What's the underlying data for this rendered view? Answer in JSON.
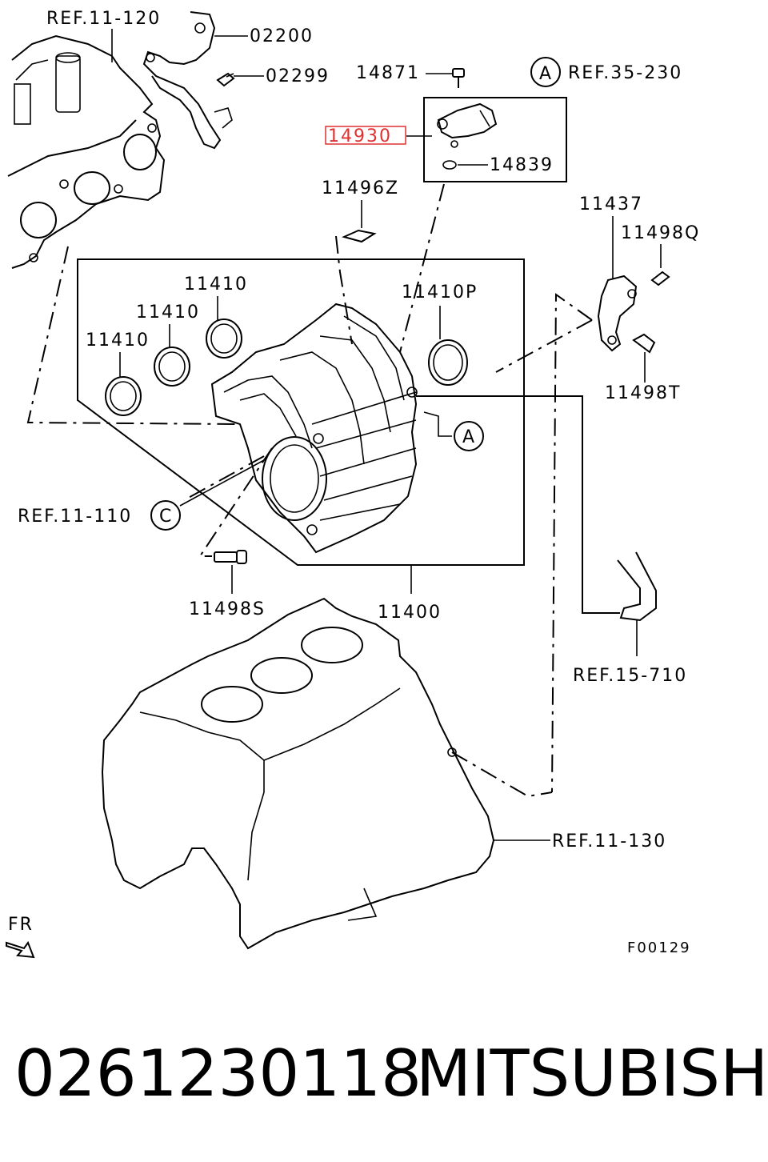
{
  "labels": {
    "ref_11_120": "REF.11-120",
    "p02200": "02200",
    "p02299": "02299",
    "p14871": "14871",
    "ref_35_230": "REF.35-230",
    "ref_35_230_marker": "A",
    "p14930": "14930",
    "p14839": "14839",
    "p11496z": "11496Z",
    "p11437": "11437",
    "p11498q": "11498Q",
    "p11410_a": "11410",
    "p11410_b": "11410",
    "p11410_c": "11410",
    "p11410p": "11410P",
    "marker_a": "A",
    "p11498t": "11498T",
    "ref_11_110": "REF.11-110",
    "marker_c": "C",
    "p11498s": "11498S",
    "p11400": "11400",
    "ref_15_710": "REF.15-710",
    "ref_11_130": "REF.11-130",
    "fr": "FR",
    "figure_code": "F00129"
  },
  "caption": {
    "part_number": "0261230118",
    "brand": "MITSUBISHI"
  },
  "highlight": {
    "part": "14930",
    "color": "#e03030"
  }
}
